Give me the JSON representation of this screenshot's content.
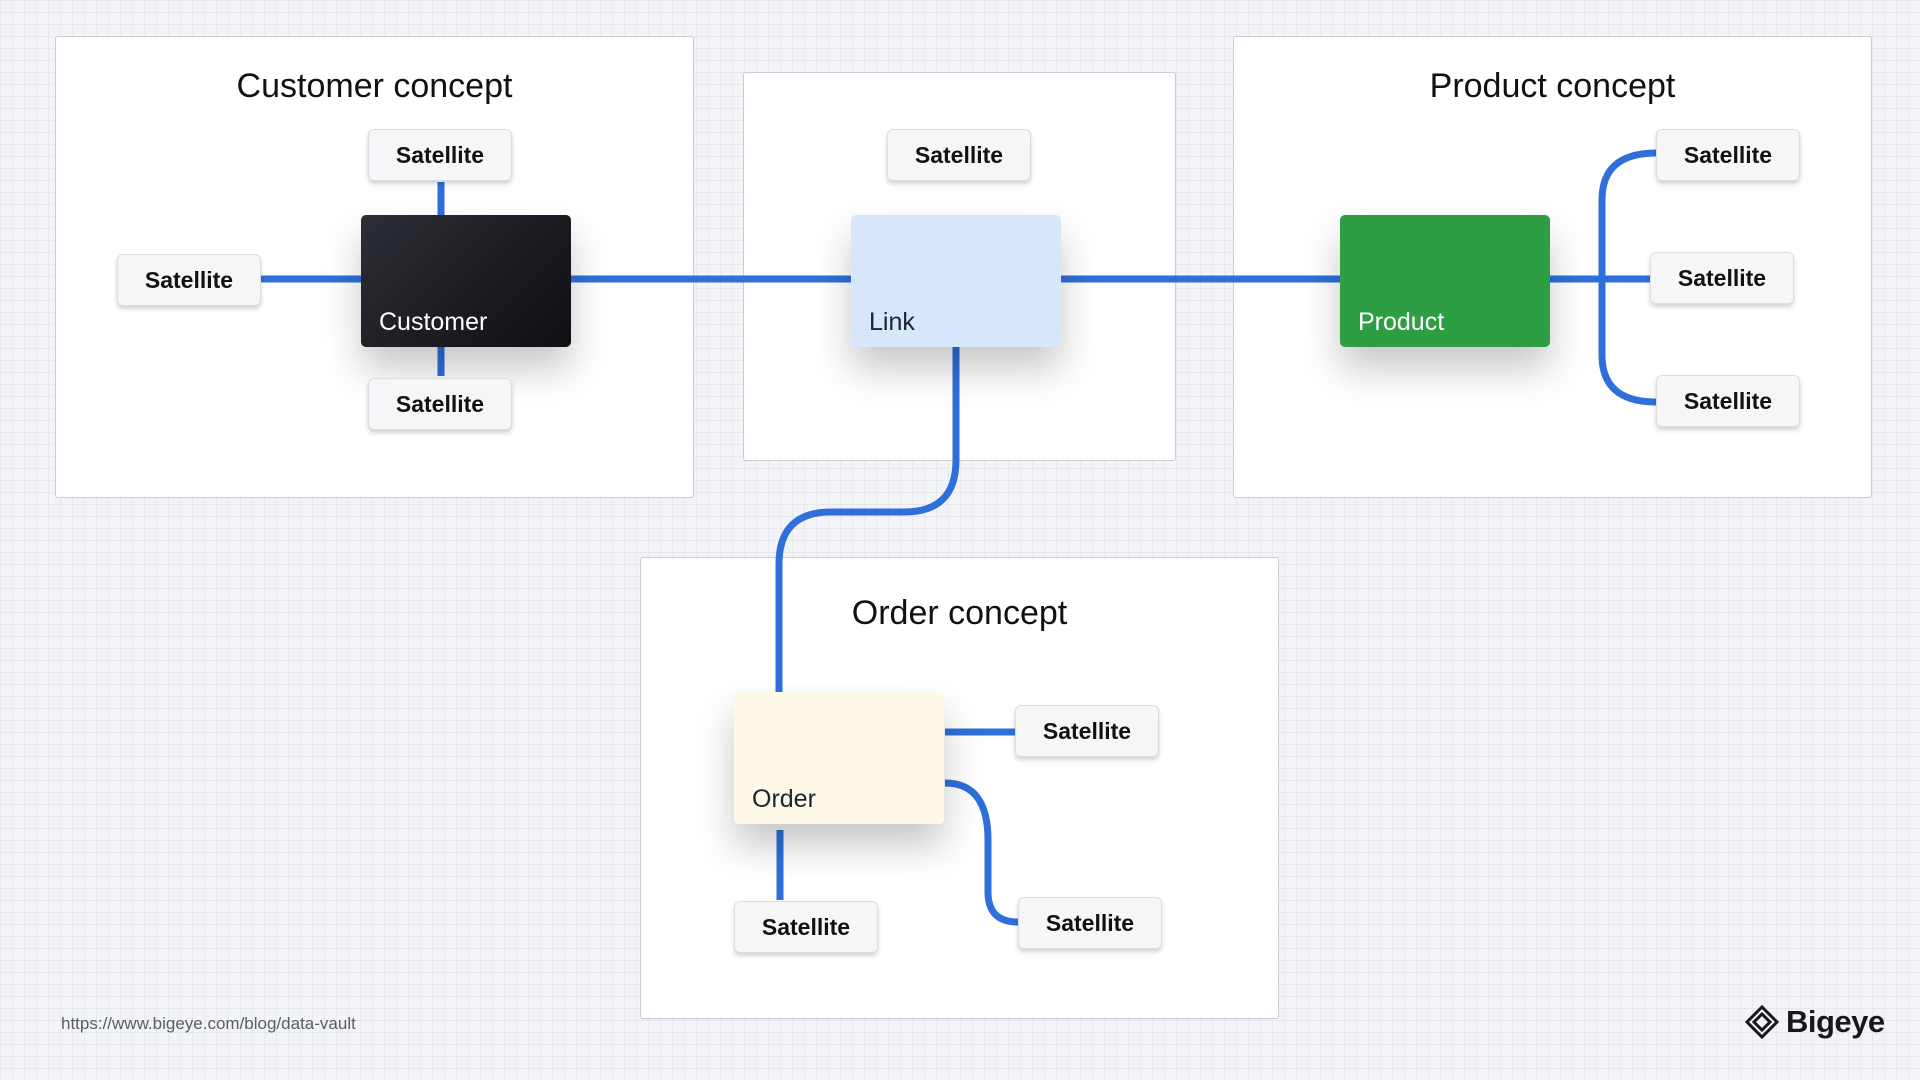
{
  "concepts": {
    "customer": "Customer concept",
    "product": "Product concept",
    "order": "Order concept"
  },
  "entities": {
    "customer": "Customer",
    "link": "Link",
    "product": "Product",
    "order": "Order"
  },
  "satellite_label": "Satellite",
  "footer": {
    "url": "https://www.bigeye.com/blog/data-vault"
  },
  "logo": {
    "text": "Bigeye",
    "icon": "bigeye-logo-icon"
  },
  "colors": {
    "connector": "#2e6fdb",
    "customer_hub": "#1b1d22",
    "link": "#d6e6fb",
    "product_hub": "#2e9e44",
    "order_hub": "#fdf8e8"
  }
}
